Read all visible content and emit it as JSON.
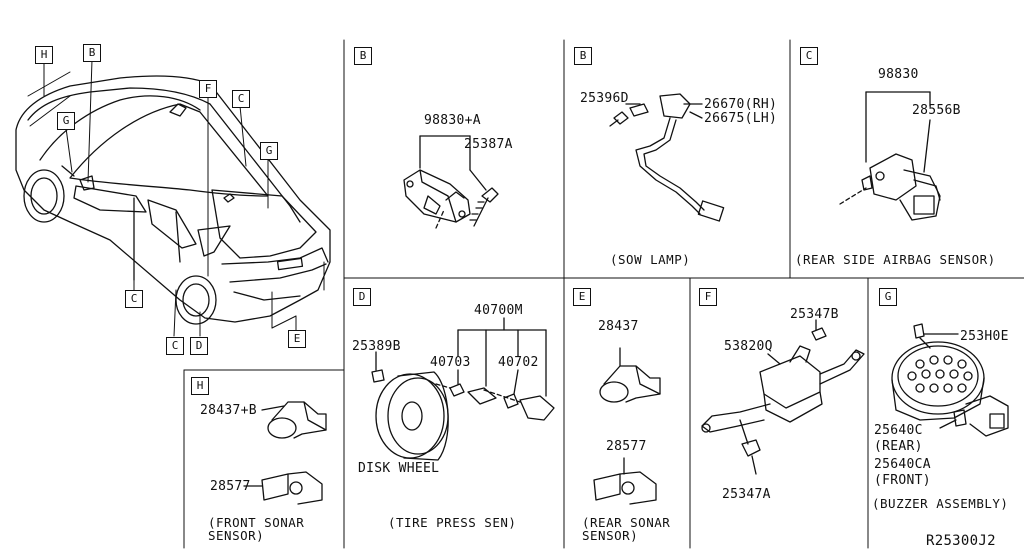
{
  "drawing_id": "R25300J2",
  "overview": {
    "callouts": [
      "H",
      "B",
      "G",
      "F",
      "C",
      "G",
      "C",
      "C",
      "D",
      "E"
    ]
  },
  "panels": {
    "b1": {
      "letter": "B",
      "parts": [
        "98830+A",
        "25387A"
      ]
    },
    "b2": {
      "letter": "B",
      "parts": [
        "25396D",
        "26670(RH)",
        "26675(LH)"
      ],
      "caption": "(SOW LAMP)"
    },
    "c": {
      "letter": "C",
      "parts": [
        "98830",
        "28556B"
      ],
      "caption": "(REAR SIDE AIRBAG SENSOR)"
    },
    "d": {
      "letter": "D",
      "parts": [
        "40700M",
        "25389B",
        "40703",
        "40702",
        "DISK WHEEL"
      ],
      "caption": "(TIRE PRESS SEN)"
    },
    "e": {
      "letter": "E",
      "parts": [
        "28437",
        "28577"
      ],
      "caption_1": "(REAR SONAR",
      "caption_2": "SENSOR)"
    },
    "f": {
      "letter": "F",
      "parts": [
        "25347B",
        "53820Q",
        "25347A"
      ]
    },
    "g": {
      "letter": "G",
      "parts": [
        "253H0E",
        "25640C",
        "(REAR)",
        "25640CA",
        "(FRONT)"
      ],
      "caption": "(BUZZER ASSEMBLY)"
    },
    "h": {
      "letter": "H",
      "parts": [
        "28437+B",
        "28577"
      ],
      "caption_1": "(FRONT SONAR",
      "caption_2": "SENSOR)"
    }
  }
}
